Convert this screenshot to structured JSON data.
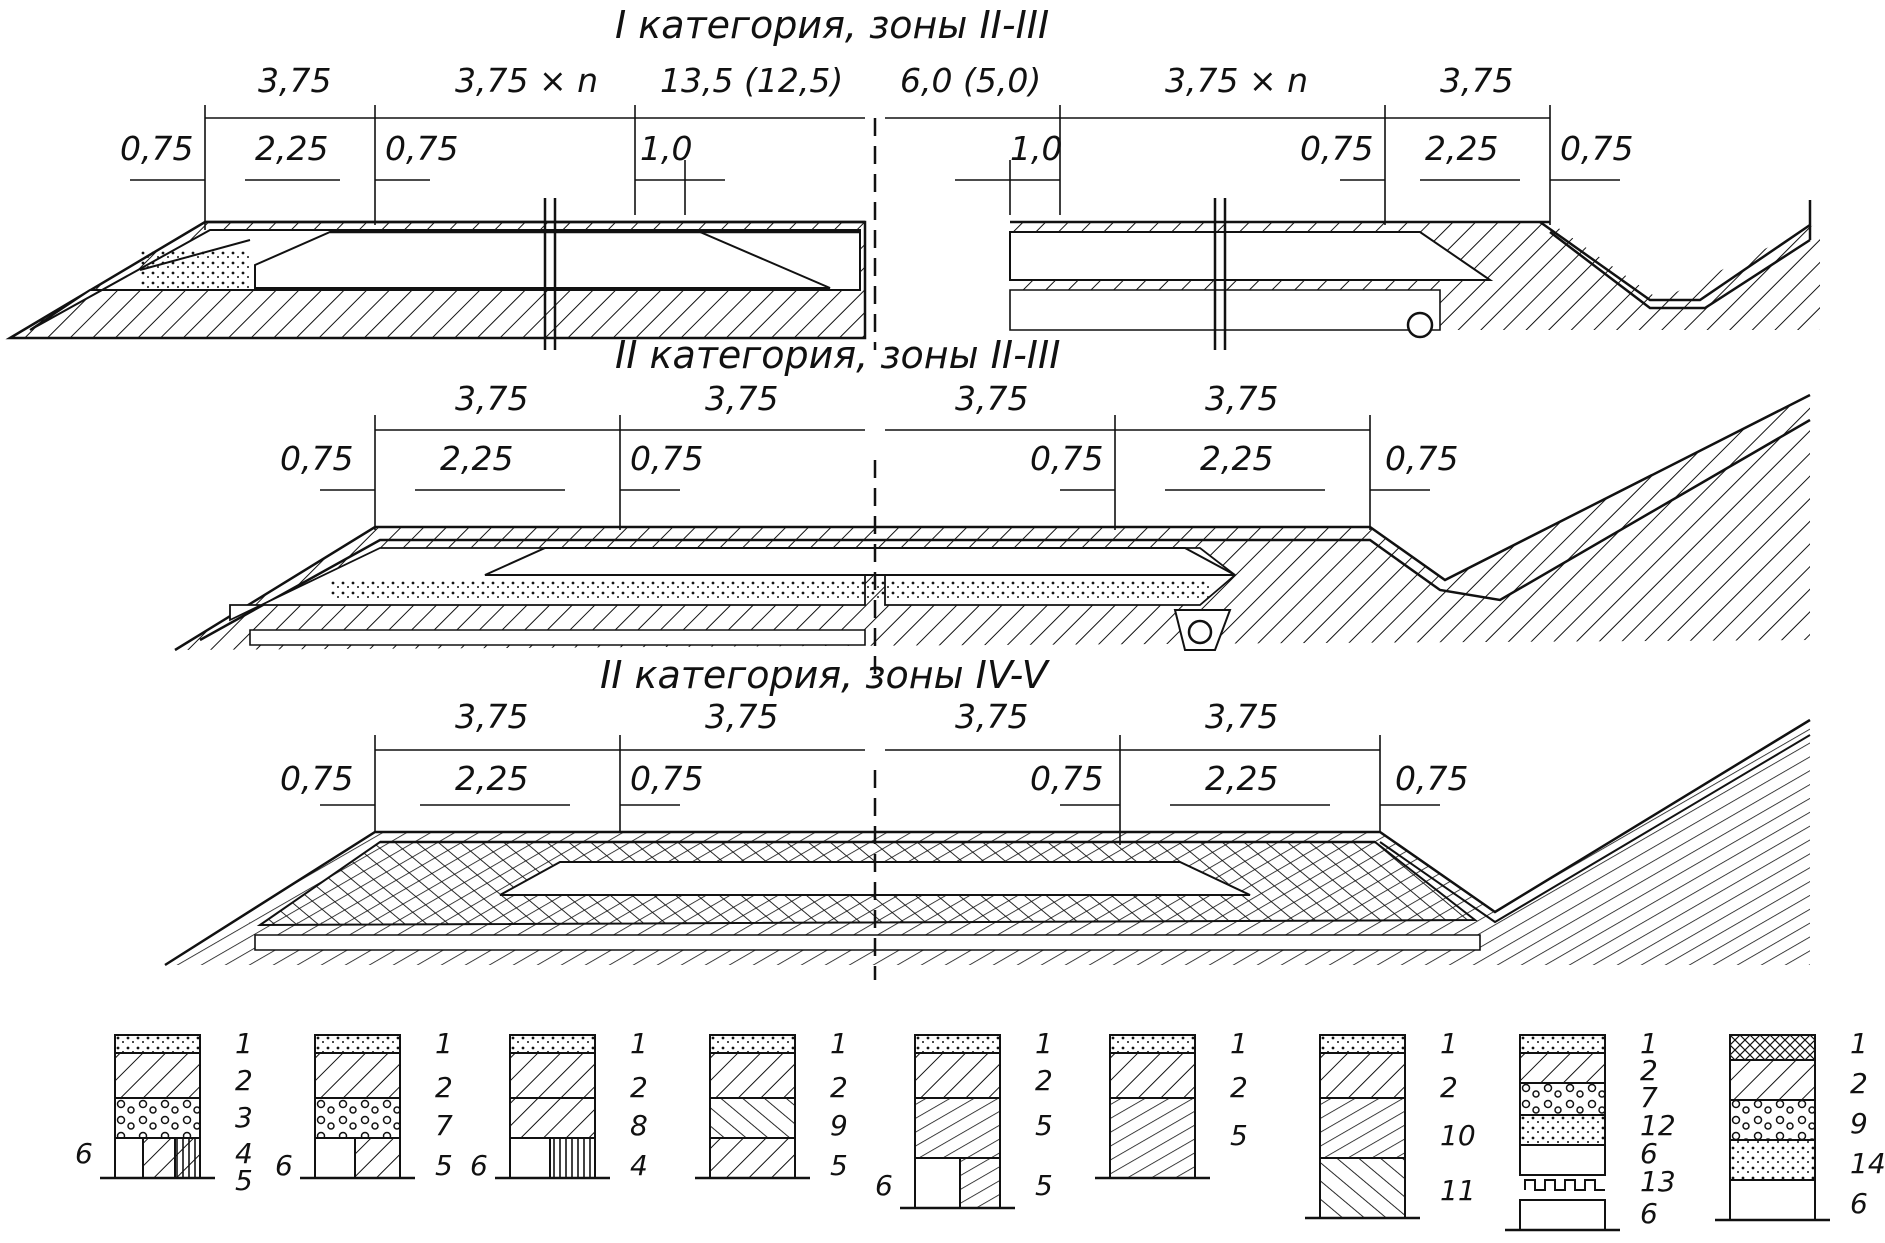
{
  "section1": {
    "title": "I категория, зоны II-III",
    "dims": [
      "3,75",
      "3,75 × n",
      "13,5 (12,5)",
      "6,0 (5,0)",
      "3,75 × n",
      "3,75",
      "0,75",
      "2,25",
      "0,75",
      "1,0",
      "1,0",
      "0,75",
      "2,25",
      "0,75"
    ]
  },
  "section2": {
    "title": "II категория, зоны II-III",
    "dims": [
      "3,75",
      "3,75",
      "3,75",
      "3,75",
      "0,75",
      "2,25",
      "0,75",
      "0,75",
      "2,25",
      "0,75"
    ]
  },
  "section3": {
    "title": "II категория, зоны IV-V",
    "dims": [
      "3,75",
      "3,75",
      "3,75",
      "3,75",
      "0,75",
      "2,25",
      "0,75",
      "0,75",
      "2,25",
      "0,75"
    ]
  },
  "legend": [
    {
      "labels": [
        "1",
        "2",
        "3",
        "4",
        "5",
        "6"
      ]
    },
    {
      "labels": [
        "1",
        "2",
        "7",
        "5",
        "6"
      ]
    },
    {
      "labels": [
        "1",
        "2",
        "8",
        "4",
        "6"
      ]
    },
    {
      "labels": [
        "1",
        "2",
        "9",
        "5"
      ]
    },
    {
      "labels": [
        "1",
        "2",
        "5",
        "5",
        "6"
      ]
    },
    {
      "labels": [
        "1",
        "2",
        "5"
      ]
    },
    {
      "labels": [
        "1",
        "2",
        "10",
        "11"
      ]
    },
    {
      "labels": [
        "1",
        "2",
        "7",
        "12",
        "6",
        "13",
        "6"
      ]
    },
    {
      "labels": [
        "1",
        "2",
        "9",
        "14",
        "6"
      ]
    }
  ]
}
